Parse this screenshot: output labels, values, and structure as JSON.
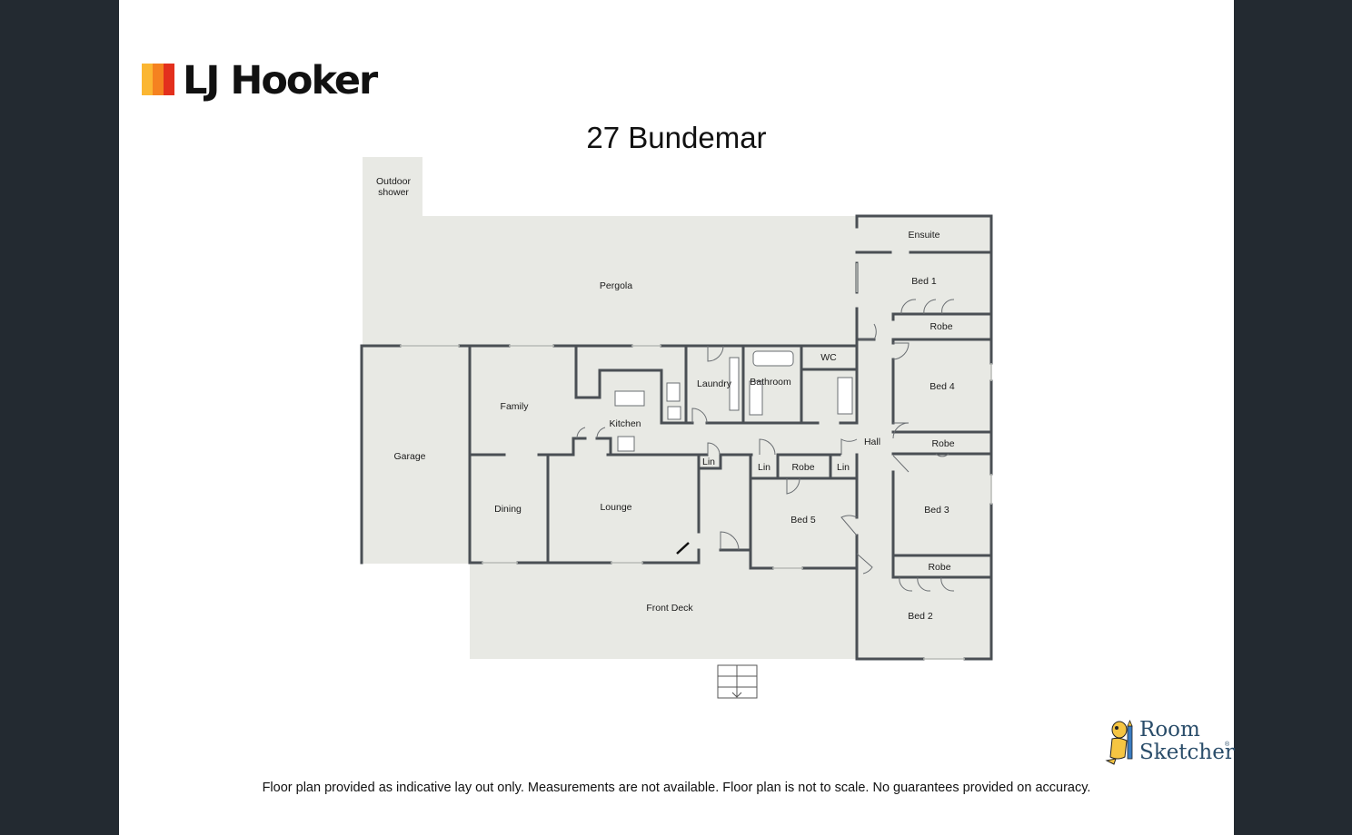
{
  "brand": {
    "name": "LJ Hooker",
    "colors": [
      "#fbb632",
      "#f58220",
      "#e3301d"
    ]
  },
  "plan_title": "27 Bundemar",
  "rooms": {
    "outdoor_shower_1": "Outdoor",
    "outdoor_shower_2": "shower",
    "pergola": "Pergola",
    "ensuite": "Ensuite",
    "bed1": "Bed 1",
    "robe1": "Robe",
    "bed4": "Bed 4",
    "robe4": "Robe",
    "hall": "Hall",
    "bed3": "Bed 3",
    "robe2": "Robe",
    "bed2": "Bed 2",
    "wc": "WC",
    "bathroom": "Bathroom",
    "laundry": "Laundry",
    "kitchen": "Kitchen",
    "family": "Family",
    "garage": "Garage",
    "dining": "Dining",
    "lounge": "Lounge",
    "lin1": "Lin",
    "lin2": "Lin",
    "lin3": "Lin",
    "robe5": "Robe",
    "bed5": "Bed 5",
    "front_deck": "Front Deck"
  },
  "plan_colors": {
    "floor": "#e8e9e4",
    "wall": "#4a4f54"
  },
  "disclaimer": "Floor plan provided as indicative lay out only. Measurements are not available. Floor plan is not to scale. No guarantees provided on accuracy.",
  "roomsketcher": {
    "line1": "Room",
    "line2": "Sketcher",
    "reg": "®"
  }
}
